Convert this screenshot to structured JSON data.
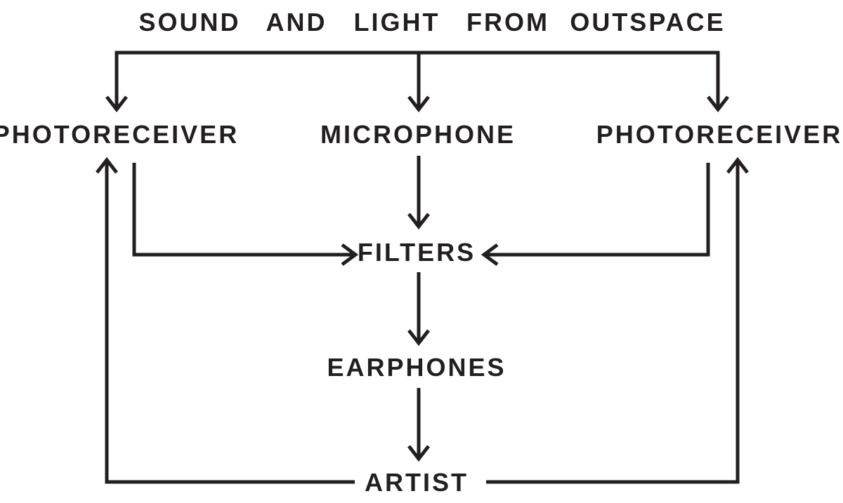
{
  "title": {
    "words": [
      "SOUND",
      "AND",
      "LIGHT",
      "FROM",
      "OUTSPACE"
    ]
  },
  "nodes": {
    "photoreceiver_left": "PHOTORECEIVER",
    "microphone": "MICROPHONE",
    "photoreceiver_right": "PHOTORECEIVER",
    "filters": "FILTERS",
    "earphones": "EARPHONES",
    "artist": "ARTIST"
  },
  "colors": {
    "ink": "#231f20",
    "background": "#ffffff"
  }
}
